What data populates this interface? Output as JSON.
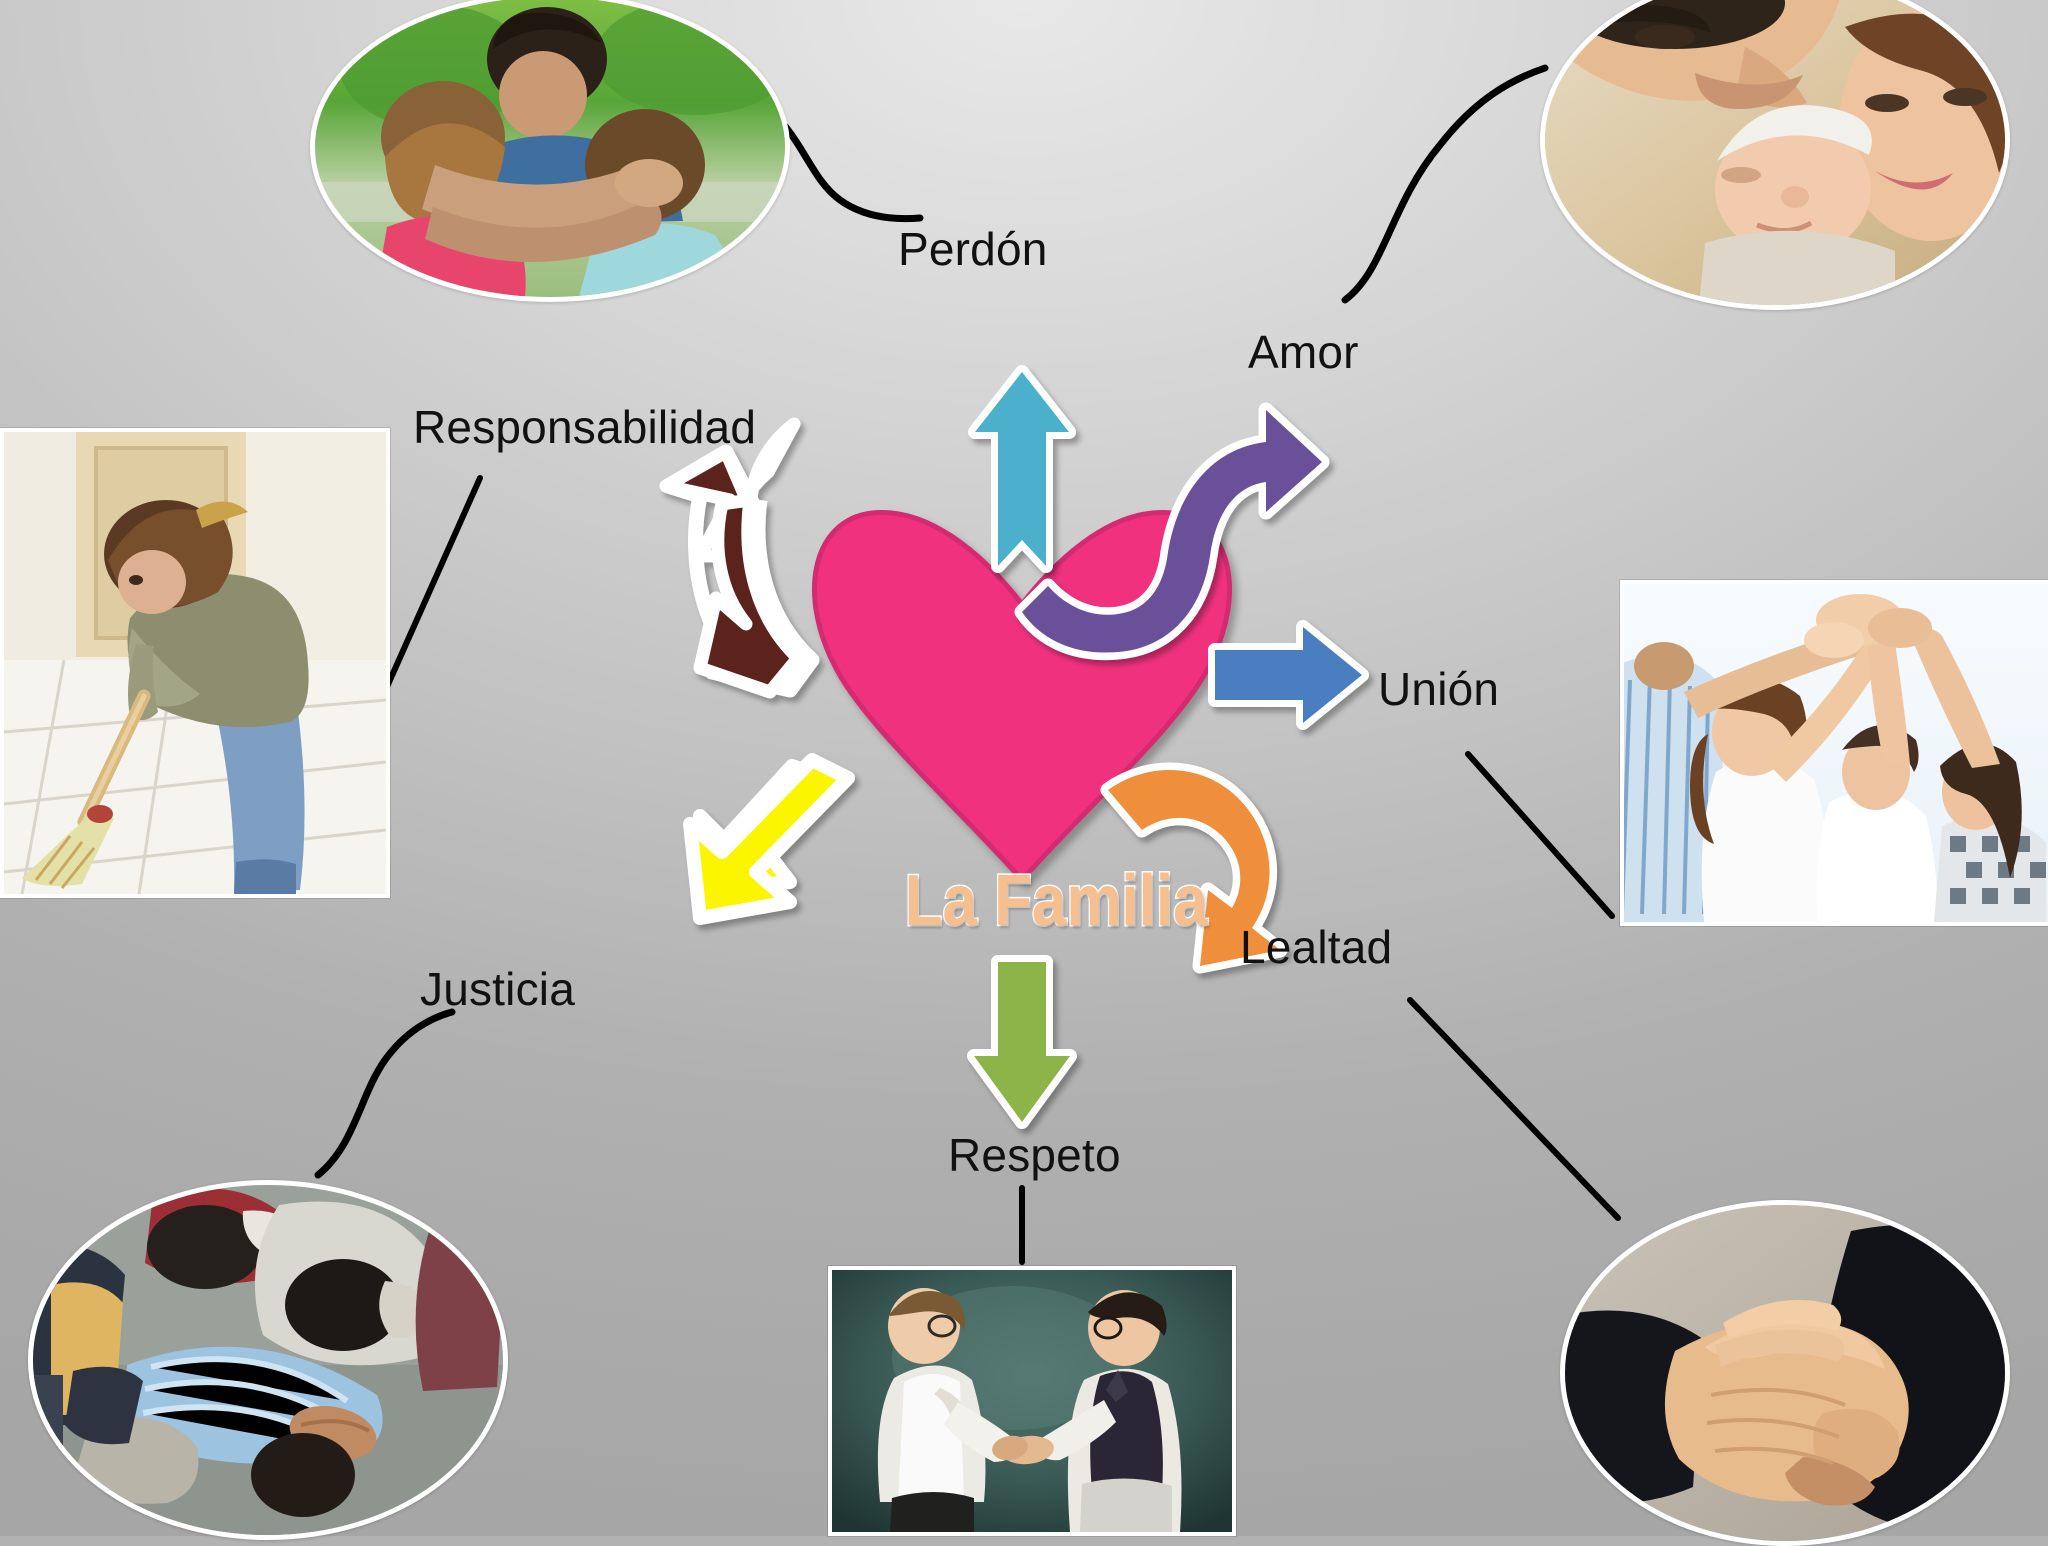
{
  "diagram": {
    "title": "La Familia",
    "center_node": {
      "shape": "heart",
      "color": "#f0307e",
      "label": "La Familia",
      "label_color": "#f6bf8d",
      "label_outline": "#ffffff"
    },
    "background_color": "#bfbfbf",
    "values": [
      {
        "id": "perdon",
        "label": "Perdón",
        "arrow": {
          "kind": "straight-up",
          "color": "#4bb0cc",
          "outline": "#ffffff"
        },
        "photo": {
          "name": "father-hugging-children-photo",
          "shape": "oval",
          "description": "Padre abrazando a dos niños en un parque"
        }
      },
      {
        "id": "amor",
        "label": "Amor",
        "arrow": {
          "kind": "curved-up-right",
          "color": "#6b4f99",
          "outline": "#ffffff"
        },
        "photo": {
          "name": "parents-with-newborn-photo",
          "shape": "oval",
          "description": "Padres con bebé recién nacido"
        }
      },
      {
        "id": "union",
        "label": "Unión",
        "arrow": {
          "kind": "straight-right",
          "color": "#4a7fc1",
          "outline": "#ffffff"
        },
        "photo": {
          "name": "family-high-five-photo",
          "shape": "rectangle",
          "description": "Familia uniendo las manos en alto"
        }
      },
      {
        "id": "lealtad",
        "label": "Lealtad",
        "arrow": {
          "kind": "curved-down-right",
          "color": "#ef8e3a",
          "outline": "#ffffff"
        },
        "photo": {
          "name": "handshake-photo",
          "shape": "oval",
          "description": "Apretón de manos entre dos personas"
        }
      },
      {
        "id": "respeto",
        "label": "Respeto",
        "arrow": {
          "kind": "straight-down",
          "color": "#8db44a",
          "outline": "#ffffff"
        },
        "photo": {
          "name": "boys-shaking-hands-photo",
          "shape": "rectangle",
          "description": "Dos niños dándose la mano"
        }
      },
      {
        "id": "justicia",
        "label": "Justicia",
        "arrow": {
          "kind": "chevron-down-left",
          "color": "#fcf500",
          "outline": "#ffffff"
        },
        "photo": {
          "name": "children-drill-floor-photo",
          "shape": "oval",
          "description": "Niños en el suelo durante un simulacro"
        }
      },
      {
        "id": "responsabilidad",
        "label": "Responsabilidad",
        "arrow": {
          "kind": "curved-up-left",
          "color": "#5c241f",
          "outline": "#ffffff"
        },
        "photo": {
          "name": "girl-sweeping-photo",
          "shape": "rectangle",
          "description": "Niña barriendo el piso con una escoba"
        }
      }
    ]
  }
}
